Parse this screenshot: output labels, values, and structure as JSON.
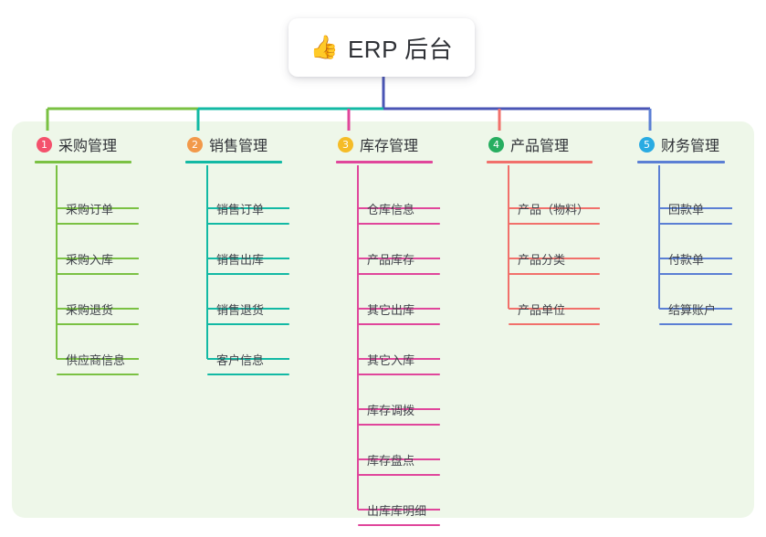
{
  "root": {
    "icon": "thumbs-up-icon",
    "emoji": "👍",
    "title": "ERP 后台"
  },
  "palette": {
    "panel_bg": "#eef7e9",
    "card_bg": "#ffffff",
    "text": "#2f3136",
    "leaf_text": "#41444b",
    "root_stem": "#4a55b5",
    "bar_left": "#7ac143",
    "bar_mid": "#12b9a4",
    "bar_right": "#4a55b5"
  },
  "columns": [
    {
      "index": "1",
      "badge_color": "#f4516c",
      "line_color": "#7ac143",
      "title": "采购管理",
      "leaves": [
        "采购订单",
        "采购入库",
        "采购退货",
        "供应商信息"
      ]
    },
    {
      "index": "2",
      "badge_color": "#f2994a",
      "line_color": "#12b9a4",
      "title": "销售管理",
      "leaves": [
        "销售订单",
        "销售出库",
        "销售退货",
        "客户信息"
      ]
    },
    {
      "index": "3",
      "badge_color": "#f5bc27",
      "line_color": "#e0469b",
      "title": "库存管理",
      "leaves": [
        "仓库信息",
        "产品库存",
        "其它出库",
        "其它入库",
        "库存调拨",
        "库存盘点",
        "出库库明细"
      ]
    },
    {
      "index": "4",
      "badge_color": "#27ae60",
      "line_color": "#f1706b",
      "title": "产品管理",
      "leaves": [
        "产品（物料）",
        "产品分类",
        "产品单位"
      ]
    },
    {
      "index": "5",
      "badge_color": "#29abe2",
      "line_color": "#5b7fd4",
      "title": "财务管理",
      "leaves": [
        "回款单",
        "付款单",
        "结算账户"
      ]
    }
  ]
}
